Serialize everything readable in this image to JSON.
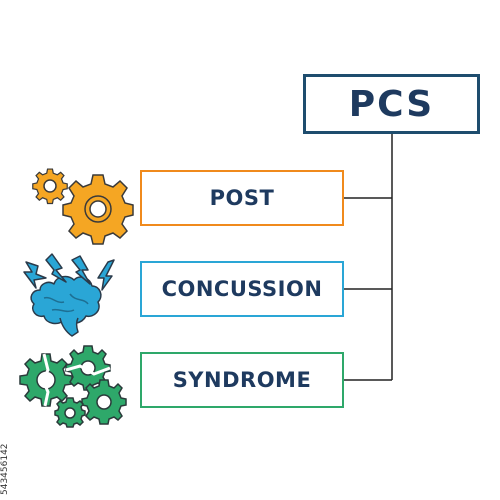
{
  "title": "PCS",
  "items": [
    {
      "label": "POST",
      "icon": "gears-icon",
      "color": "#f08a1c"
    },
    {
      "label": "CONCUSSION",
      "icon": "brain-lightning-icon",
      "color": "#2aa6d6"
    },
    {
      "label": "SYNDROME",
      "icon": "broken-gears-icon",
      "color": "#2ea86a"
    }
  ],
  "colors": {
    "title_border": "#1e4d6e",
    "text": "#1e3a5f",
    "connector": "#222222"
  },
  "stock_id": "543456142"
}
